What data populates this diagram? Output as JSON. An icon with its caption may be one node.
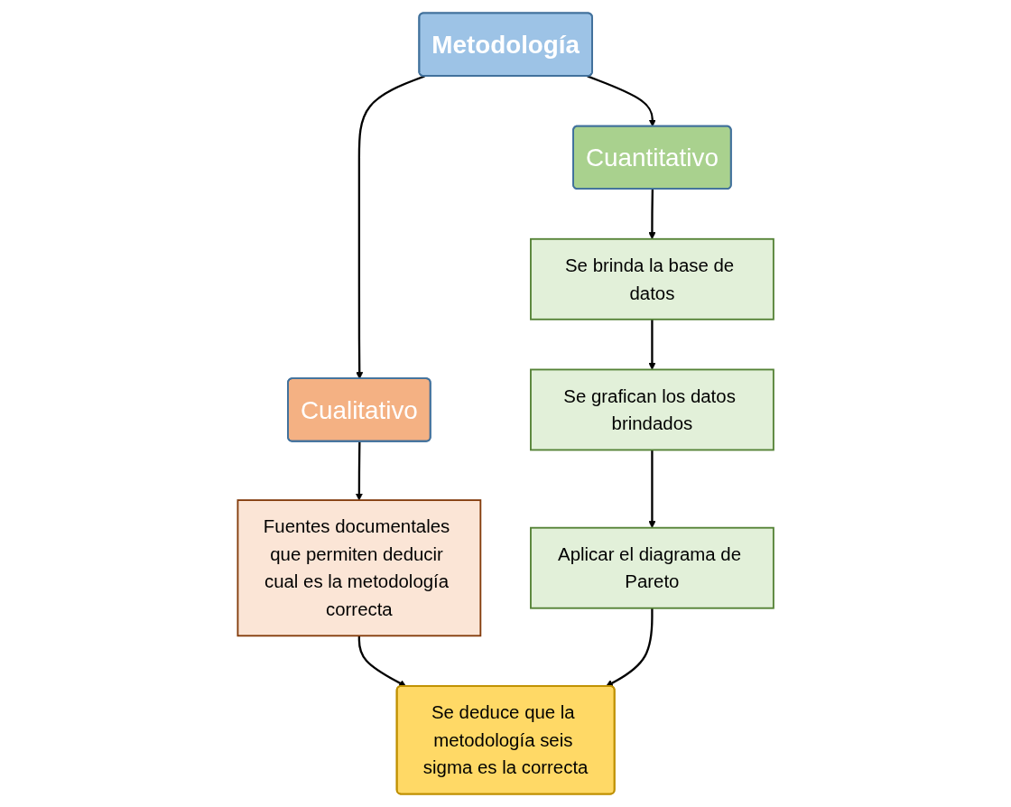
{
  "diagram": {
    "nodes": [
      {
        "text": [
          "Metodología"
        ]
      },
      {
        "text": [
          "Cualitativo"
        ]
      },
      {
        "text": [
          "Cuantitativo"
        ]
      },
      {
        "text": [
          "Fuentes documentales que permiten deducir cual es la metodología correcta"
        ]
      },
      {
        "text": [
          "Se brinda la base de datos"
        ]
      },
      {
        "text": [
          "Se grafican los datos brindados"
        ]
      },
      {
        "text": [
          "Aplicar el diagrama de Pareto"
        ]
      },
      {
        "text": [
          "Se deduce que la metodología seis sigma es la correcta"
        ]
      }
    ],
    "edges": [
      {
        "from": 0,
        "to": 1,
        "arrow": "to"
      },
      {
        "from": 0,
        "to": 2,
        "arrow": "to"
      },
      {
        "from": 1,
        "to": 3,
        "arrow": "to"
      },
      {
        "from": 2,
        "to": 4,
        "arrow": "to"
      },
      {
        "from": 4,
        "to": 5,
        "arrow": "to"
      },
      {
        "from": 5,
        "to": 6,
        "arrow": "to"
      },
      {
        "from": 3,
        "to": 7,
        "arrow": "to"
      },
      {
        "from": 6,
        "to": 7,
        "arrow": "to"
      }
    ]
  }
}
